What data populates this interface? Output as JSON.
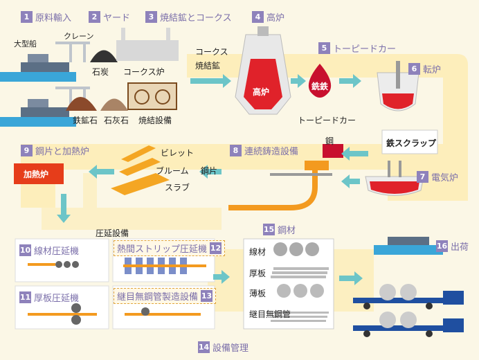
{
  "steps": [
    {
      "num": "1",
      "label": "原料輸入"
    },
    {
      "num": "2",
      "label": "ヤード"
    },
    {
      "num": "3",
      "label": "焼結鉱とコークス"
    },
    {
      "num": "4",
      "label": "高炉"
    },
    {
      "num": "5",
      "label": "トーピードカー"
    },
    {
      "num": "6",
      "label": "転炉"
    },
    {
      "num": "7",
      "label": "電気炉"
    },
    {
      "num": "8",
      "label": "連続鋳造設備"
    },
    {
      "num": "9",
      "label": "鋼片と加熱炉"
    },
    {
      "num": "10",
      "label": "線材圧延機"
    },
    {
      "num": "11",
      "label": "厚板圧延機"
    },
    {
      "num": "12",
      "label": "熱間ストリップ圧延機"
    },
    {
      "num": "13",
      "label": "継目無鋼管製造設備"
    },
    {
      "num": "14",
      "label": "設備管理"
    },
    {
      "num": "15",
      "label": "鋼材"
    },
    {
      "num": "16",
      "label": "出荷"
    }
  ],
  "raw": {
    "ship": "大型船",
    "crane": "クレーン",
    "coal": "石炭",
    "coke_oven": "コークス炉",
    "iron_ore": "鉄鉱石",
    "limestone": "石灰石",
    "sinter_plant": "焼結設備"
  },
  "blast": {
    "coke": "コークス",
    "sinter": "焼結鉱",
    "furnace": "高炉",
    "torpedo": "トーピードカー",
    "pig_iron": "銑鉄"
  },
  "steelmaking": {
    "scrap": "鉄スクラップ",
    "steel": "鋼"
  },
  "semi": {
    "billet": "ビレット",
    "bloom": "ブルーム",
    "slab": "スラブ",
    "kohen": "鋼片",
    "furnace": "加熱炉"
  },
  "rolling": {
    "title": "圧延設備"
  },
  "products": {
    "wire": "線材",
    "thick": "厚板",
    "thin": "薄板",
    "pipe": "継目無鋼管"
  },
  "colors": {
    "purple": "#8e82bb",
    "red": "#c8102e",
    "flow": "#fde9a8",
    "arrow": "#6cc5c8",
    "orange": "#f39a1f"
  }
}
